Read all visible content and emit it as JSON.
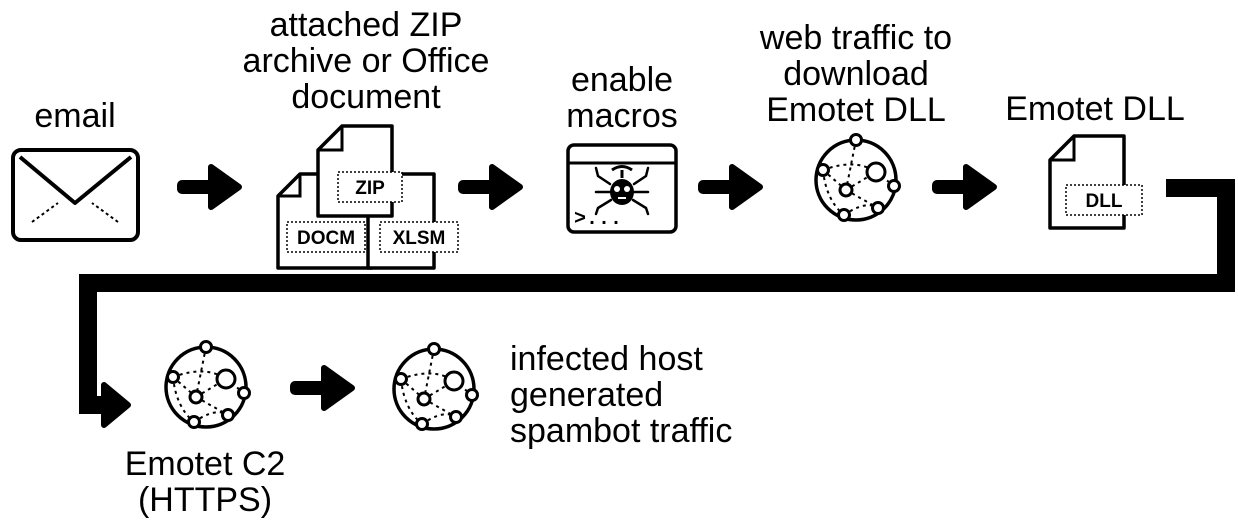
{
  "steps": {
    "email": {
      "label": [
        "email"
      ],
      "icon": "envelope-icon"
    },
    "attachment": {
      "label": [
        "attached ZIP",
        "archive or Office",
        "document"
      ],
      "icon": "file-stack-icon",
      "file_tags": [
        "ZIP",
        "DOCM",
        "XLSM"
      ]
    },
    "macros": {
      "label": [
        "enable",
        "macros"
      ],
      "icon": "malware-terminal-icon",
      "prompt": ">..."
    },
    "download": {
      "label": [
        "web traffic to",
        "download",
        "Emotet DLL"
      ],
      "icon": "network-globe-icon"
    },
    "dll": {
      "label": [
        "Emotet DLL"
      ],
      "icon": "dll-file-icon",
      "file_tag": "DLL"
    },
    "c2": {
      "label": [
        "Emotet C2",
        "(HTTPS)"
      ],
      "icon": "network-globe-icon"
    },
    "spambot": {
      "label": [
        "infected host",
        "generated",
        "spambot traffic"
      ],
      "icon": "network-globe-icon"
    }
  },
  "colors": {
    "ink": "#000000",
    "background": "#ffffff",
    "icon_fill": "#ffffff"
  }
}
